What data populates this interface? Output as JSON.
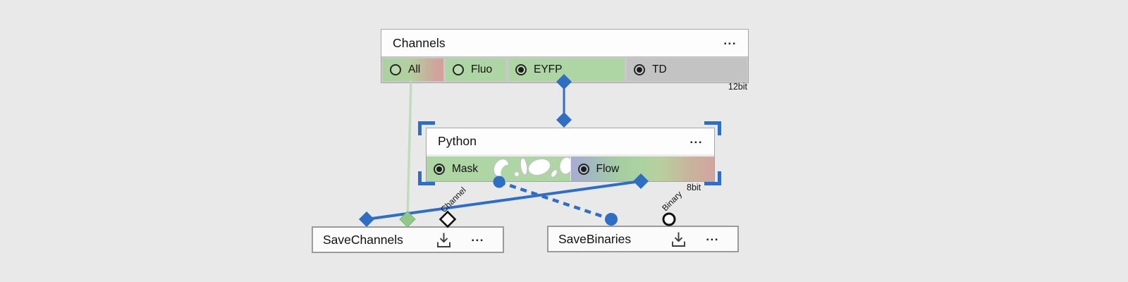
{
  "app": {
    "background_color": "#e9e9e9",
    "accent_blue": "#2e6ec5",
    "edge_green": "#b7dab0",
    "cell_green": "#aed6a4"
  },
  "nodes": {
    "channels": {
      "title": "Channels",
      "menu": "...",
      "bit_depth": "12bit",
      "options": [
        {
          "label": "All",
          "checked": false
        },
        {
          "label": "Fluo",
          "checked": false
        },
        {
          "label": "EYFP",
          "checked": true
        },
        {
          "label": "TD",
          "checked": true
        }
      ]
    },
    "python": {
      "title": "Python",
      "menu": "...",
      "bit_depth": "8bit",
      "selected": true,
      "options": [
        {
          "label": "Mask",
          "checked": true
        },
        {
          "label": "Flow",
          "checked": true
        }
      ]
    },
    "save_channels": {
      "title": "SaveChannels",
      "menu": "...",
      "unconnected_port_label": "Channel"
    },
    "save_binaries": {
      "title": "SaveBinaries",
      "menu": "...",
      "unconnected_port_label": "Binary"
    }
  },
  "edges": [
    {
      "from": "Channels.EYFP",
      "to": "Python.input",
      "style": "solid-blue",
      "ends": "diamond"
    },
    {
      "from": "Channels.All",
      "to": "SaveChannels.port",
      "style": "thin-green",
      "ends": "diamond"
    },
    {
      "from": "Python.Flow",
      "to": "SaveChannels.port",
      "style": "solid-blue",
      "ends": "diamond"
    },
    {
      "from": "Python.Mask",
      "to": "SaveBinaries.port",
      "style": "dashed-blue",
      "ends": "circle"
    }
  ]
}
